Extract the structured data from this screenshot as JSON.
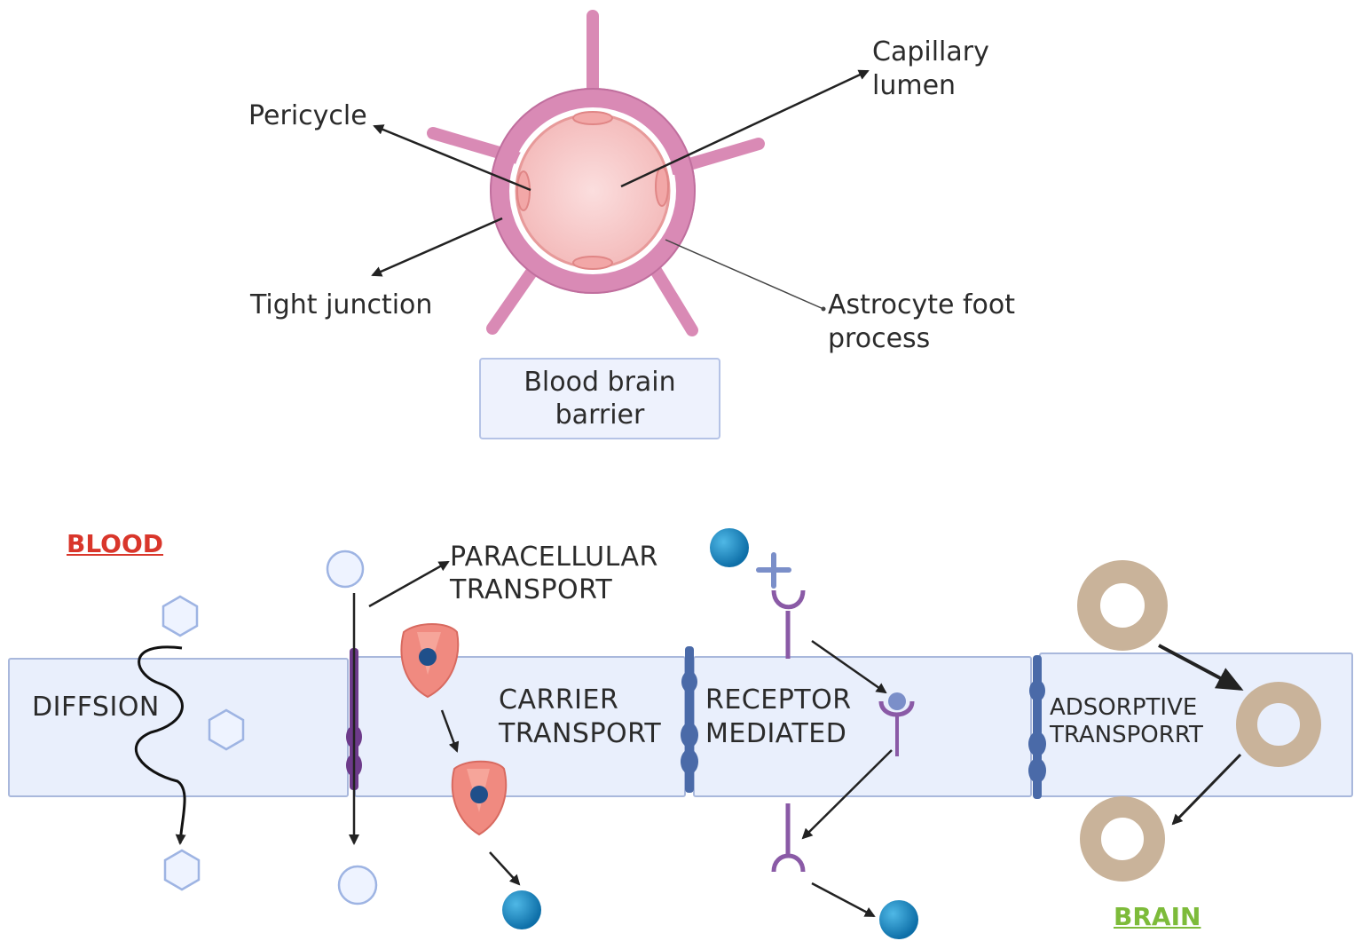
{
  "top": {
    "labels": {
      "pericycle": "Pericycle",
      "capillary_lumen": [
        "Capillary",
        "lumen"
      ],
      "tight_junction": "Tight junction",
      "astrocyte": [
        "Astrocyte foot",
        "process"
      ]
    },
    "title": [
      "Blood brain",
      "barrier"
    ]
  },
  "bottom": {
    "blood": "BLOOD",
    "brain": "BRAIN",
    "diffusion": "DIFFSION",
    "paracellular": [
      "PARACELLULAR",
      "TRANSPORT"
    ],
    "carrier": [
      "CARRIER",
      "TRANSPORT"
    ],
    "receptor": [
      "RECEPTOR",
      "MEDIATED"
    ],
    "adsorptive": [
      "ADSORPTIVE",
      "TRANSPORRT"
    ]
  },
  "colors": {
    "membrane_fill": "#e9effc",
    "membrane_stroke": "#a9b8dc",
    "astrocyte": "#d98ab5",
    "lumen": "#f7c9c9",
    "blood_label": "#d9362b",
    "brain_label": "#7dbb3a",
    "junction_purple": "#6d3a8a",
    "junction_blue": "#4a6aa8",
    "ball_blue": "#1f8fc8",
    "ring_tan": "#c9b39a"
  }
}
